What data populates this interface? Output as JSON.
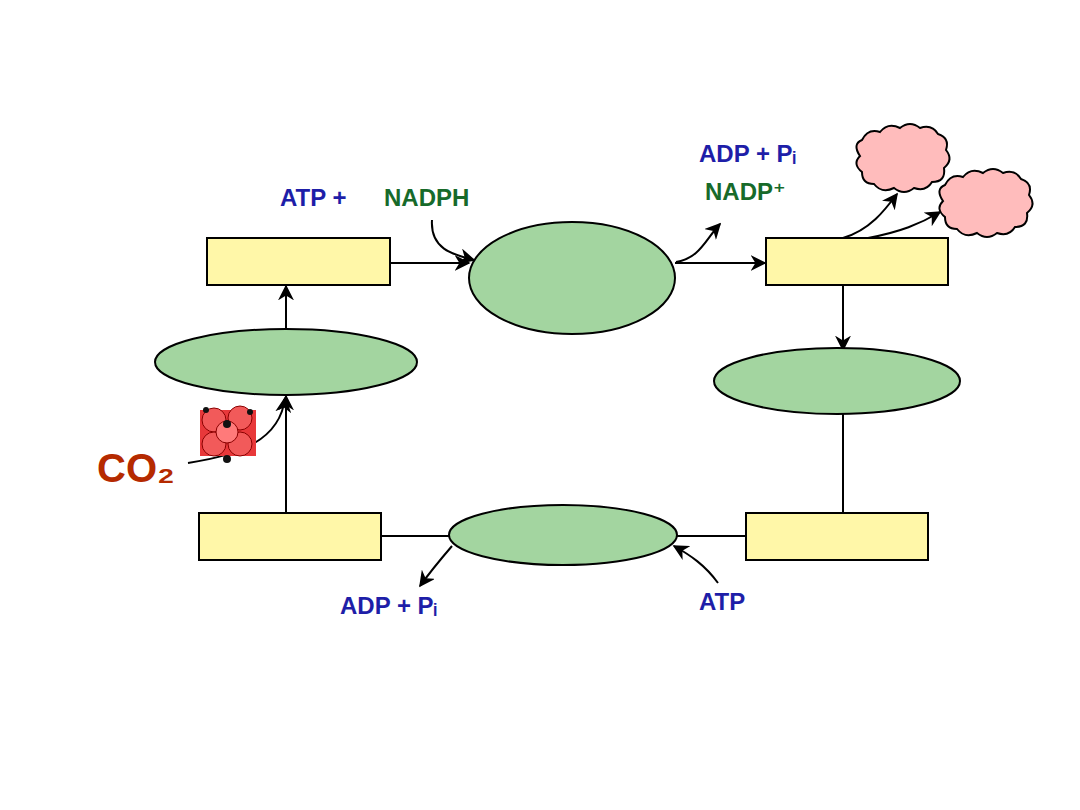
{
  "diagram": {
    "labels": [
      "ATP +",
      "NADPH",
      "ADP + Pᵢ",
      "NADP⁺",
      "CO₂",
      "ADP + Pᵢ",
      "ATP"
    ]
  }
}
